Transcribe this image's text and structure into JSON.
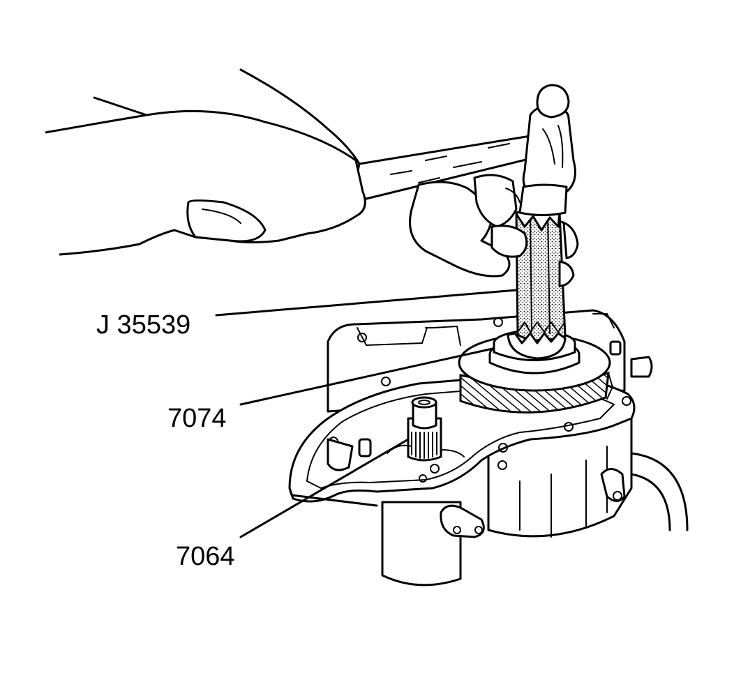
{
  "callouts": {
    "tool": "J 35539",
    "part_upper": "7074",
    "part_lower": "7064"
  },
  "colors": {
    "ink": "#000000",
    "background": "#ffffff",
    "stipple": "#000000"
  }
}
